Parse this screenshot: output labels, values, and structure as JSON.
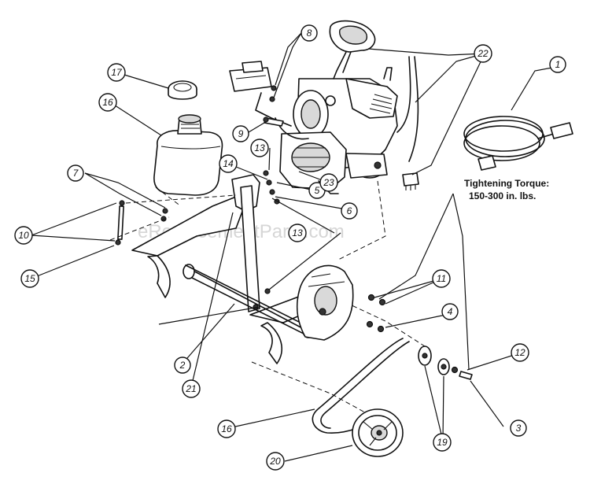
{
  "diagram": {
    "watermark": "eReplacementParts.com",
    "torque_note": {
      "line1": "Tightening Torque:",
      "line2": "150-300 in. lbs."
    },
    "callouts": [
      {
        "id": "c1",
        "label": "1"
      },
      {
        "id": "c2",
        "label": "2"
      },
      {
        "id": "c3",
        "label": "3"
      },
      {
        "id": "c4",
        "label": "4"
      },
      {
        "id": "c5",
        "label": "5"
      },
      {
        "id": "c6",
        "label": "6"
      },
      {
        "id": "c7",
        "label": "7"
      },
      {
        "id": "c8",
        "label": "8"
      },
      {
        "id": "c9",
        "label": "9"
      },
      {
        "id": "c10",
        "label": "10"
      },
      {
        "id": "c11",
        "label": "11"
      },
      {
        "id": "c12",
        "label": "12"
      },
      {
        "id": "c13a",
        "label": "13"
      },
      {
        "id": "c13b",
        "label": "13"
      },
      {
        "id": "c14",
        "label": "14"
      },
      {
        "id": "c15",
        "label": "15"
      },
      {
        "id": "c16a",
        "label": "16"
      },
      {
        "id": "c16b",
        "label": "16"
      },
      {
        "id": "c17",
        "label": "17"
      },
      {
        "id": "c19",
        "label": "19"
      },
      {
        "id": "c20",
        "label": "20"
      },
      {
        "id": "c21",
        "label": "21"
      },
      {
        "id": "c22",
        "label": "22"
      },
      {
        "id": "c23",
        "label": "23"
      }
    ]
  }
}
